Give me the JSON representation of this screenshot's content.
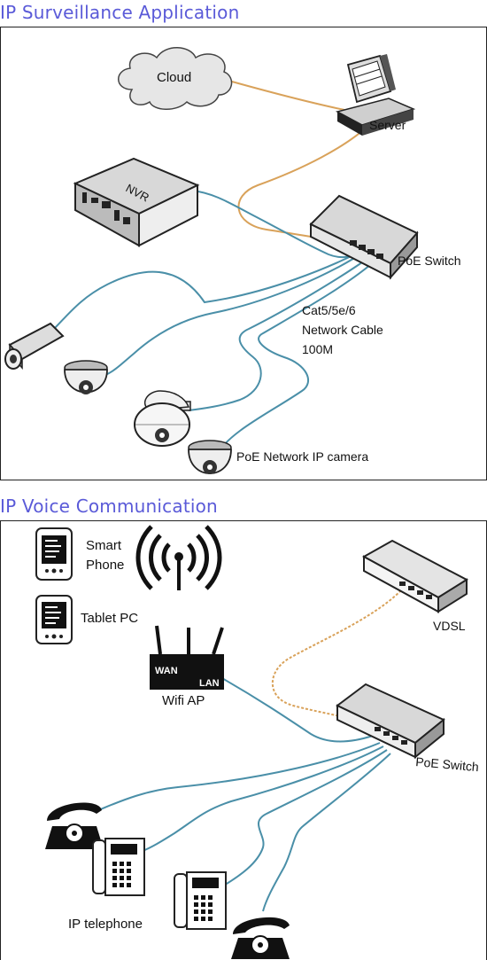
{
  "sections": [
    {
      "title": "IP Surveillance Application",
      "labels": {
        "cloud": "Cloud",
        "server": "Server",
        "nvr": "NVR",
        "poe_switch": "PoE Switch",
        "cable_line1": "Cat5/5e/6",
        "cable_line2": "Network Cable",
        "cable_line3": "100M",
        "camera": "PoE Network IP camera"
      }
    },
    {
      "title": "IP Voice Communication",
      "labels": {
        "smart_phone_line1": "Smart",
        "smart_phone_line2": "Phone",
        "tablet": "Tablet PC",
        "wan": "WAN",
        "lan": "LAN",
        "wifi_ap": "Wifi AP",
        "vdsl": "VDSL",
        "poe_switch": "PoE Switch",
        "ip_telephone": "IP telephone"
      }
    }
  ],
  "colors": {
    "title": "#5a5ad8",
    "data_cable": "#4a8fa8",
    "uplink_cable": "#d9a25a"
  }
}
